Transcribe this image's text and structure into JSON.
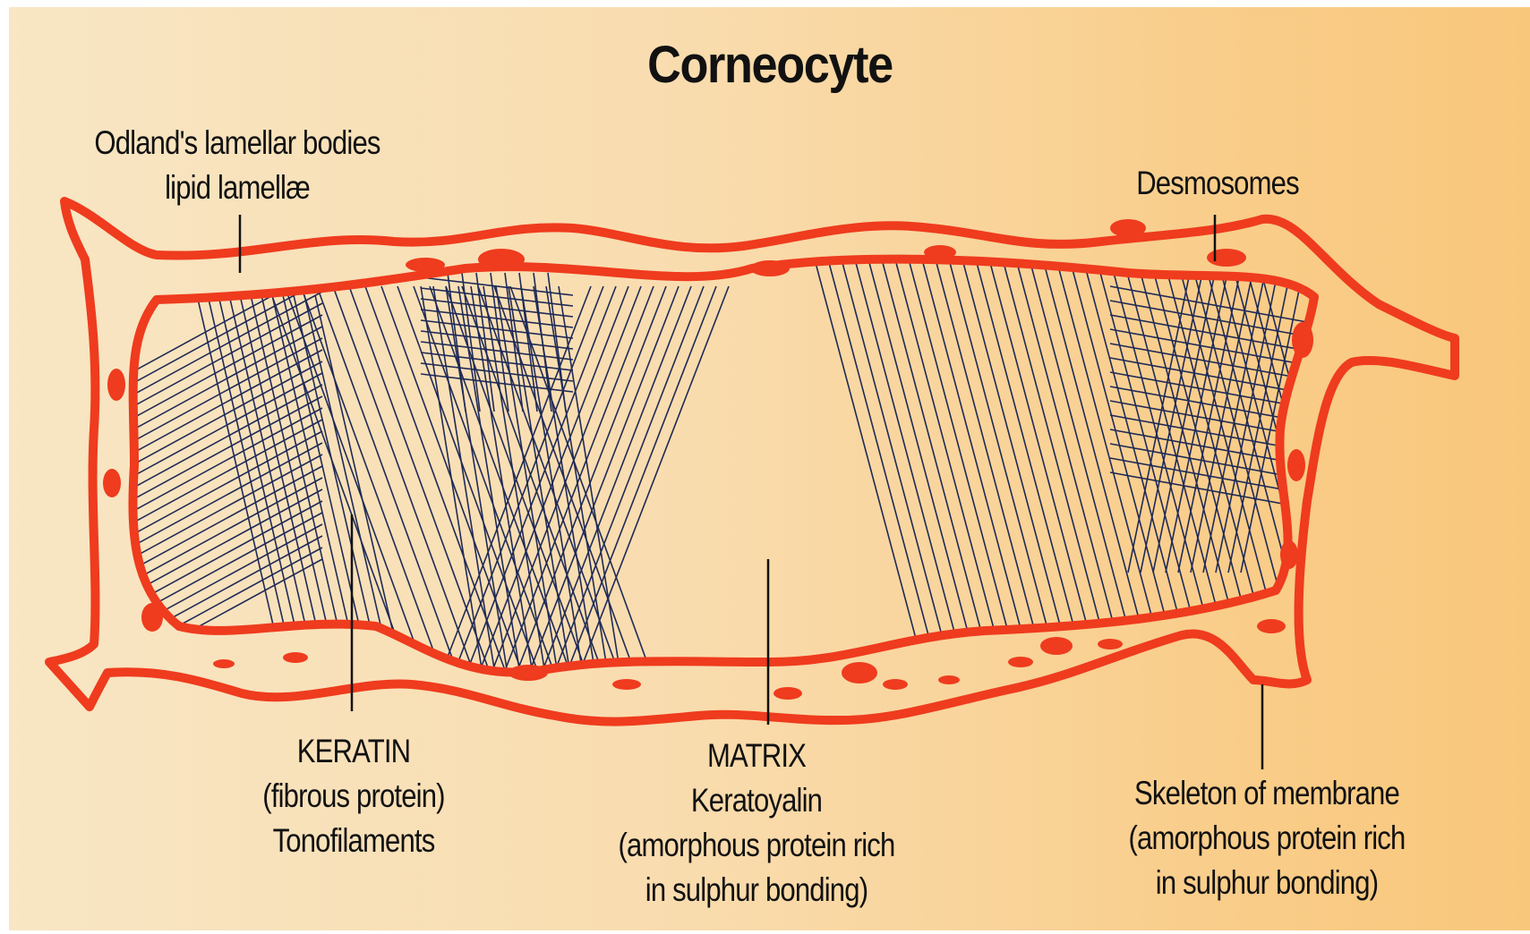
{
  "title": "Corneocyte",
  "labels": {
    "lamellar": [
      "Odland's lamellar bodies",
      "lipid lamellæ"
    ],
    "desmosomes": [
      "Desmosomes"
    ],
    "keratin": [
      "KERATIN",
      "(fibrous protein)",
      "Tonofilaments"
    ],
    "matrix": [
      "MATRIX",
      "Keratoyalin",
      "(amorphous protein rich",
      "in sulphur bonding)"
    ],
    "skeleton": [
      "Skeleton of membrane",
      "(amorphous protein rich",
      "in sulphur bonding)"
    ]
  },
  "colors": {
    "membrane": "#ef3b1e",
    "fiber": "#1f2a57",
    "text": "#111111"
  }
}
